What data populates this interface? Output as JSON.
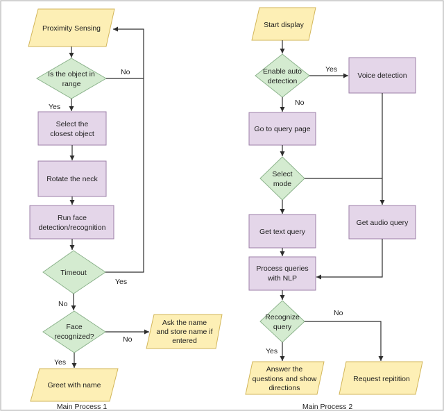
{
  "process1": {
    "caption": "Main Process 1",
    "proximity": "Proximity Sensing",
    "in_range": [
      "Is the object in",
      "range"
    ],
    "select_closest": [
      "Select the",
      "closest object"
    ],
    "rotate_neck": "Rotate the neck",
    "run_face": [
      "Run face",
      "detection/recognition"
    ],
    "timeout": "Timeout",
    "face_recognized": [
      "Face",
      "recognized?"
    ],
    "ask_name": [
      "Ask the name",
      "and store name if",
      "entered"
    ],
    "greet": "Greet with name",
    "label_no_range": "No",
    "label_yes_range": "Yes",
    "label_yes_timeout": "Yes",
    "label_no_timeout": "No",
    "label_no_face": "No",
    "label_yes_face": "Yes"
  },
  "process2": {
    "caption": "Main Process 2",
    "start_display": "Start display",
    "enable_auto": [
      "Enable auto",
      "detection"
    ],
    "voice_detection": "Voice detection",
    "go_query": "Go to query page",
    "select_mode": [
      "Select",
      "mode"
    ],
    "get_text": "Get text query",
    "get_audio": "Get audio query",
    "process_queries": [
      "Process queries",
      "with NLP"
    ],
    "recognize_query": [
      "Recognize",
      "query"
    ],
    "answer": [
      "Answer the",
      "questions and show",
      "directions"
    ],
    "request_rep": "Request repitition",
    "label_yes_auto": "Yes",
    "label_no_auto": "No",
    "label_no_recognize": "No",
    "label_yes_recognize": "Yes"
  },
  "colors": {
    "io_fill": "#fdefb5",
    "decision_fill": "#d4ebd0",
    "process_fill": "#e4d6e9",
    "edge": "#2d2d2d"
  }
}
